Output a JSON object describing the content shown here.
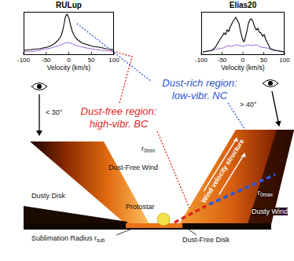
{
  "diagram": {
    "nodes": [
      {
        "text": [
          "RULup",
          "Velocity (km/s)"
        ]
      },
      {
        "text": [
          "Elias20",
          "Velocity (km/s)"
        ]
      }
    ],
    "labels": [
      "-100",
      "-50",
      "0",
      "50",
      "100",
      "-100",
      "-50",
      "0",
      "50",
      "100",
      "Dust-rich region: low-vibr. NC",
      "Dust-free region: high-vibr. BC",
      "< 30°",
      "> 40°",
      "Dust-Free Wind",
      "r",
      "0min",
      "Dusty Disk",
      "Sublimation Radius r",
      "sub",
      "Protostar",
      "Dust-Free Disk",
      "Wind velocity structure",
      "r",
      "0max",
      "Dusty Wind"
    ]
  }
}
